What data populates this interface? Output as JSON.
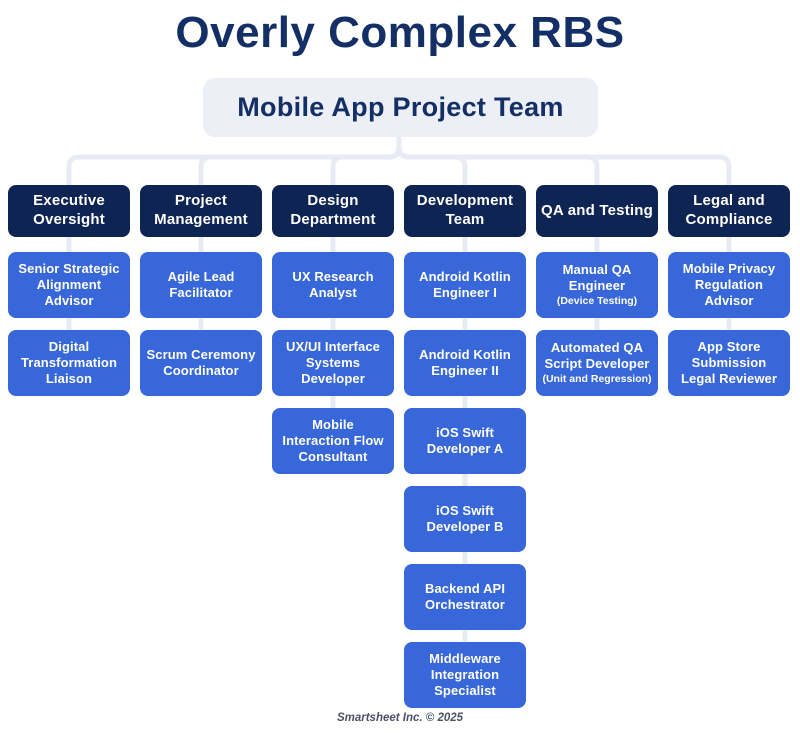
{
  "title": "Overly Complex RBS",
  "root": {
    "label": "Mobile App Project Team"
  },
  "columns": [
    {
      "header": "Executive Oversight",
      "children": [
        {
          "label": "Senior Strategic Alignment Advisor"
        },
        {
          "label": "Digital Transformation Liaison"
        }
      ]
    },
    {
      "header": "Project Management",
      "children": [
        {
          "label": "Agile Lead Facilitator"
        },
        {
          "label": "Scrum Ceremony Coordinator"
        }
      ]
    },
    {
      "header": "Design Department",
      "children": [
        {
          "label": "UX Research Analyst"
        },
        {
          "label": "UX/UI Interface Systems Developer"
        },
        {
          "label": "Mobile Interaction Flow Consultant"
        }
      ]
    },
    {
      "header": "Development Team",
      "children": [
        {
          "label": "Android Kotlin Engineer I"
        },
        {
          "label": "Android Kotlin Engineer II"
        },
        {
          "label": "iOS Swift Developer A"
        },
        {
          "label": "iOS Swift Developer B"
        },
        {
          "label": "Backend API Orchestrator"
        },
        {
          "label": "Middleware Integration Specialist"
        }
      ]
    },
    {
      "header": "QA and Testing",
      "children": [
        {
          "label": "Manual QA Engineer",
          "sublabel": "(Device Testing)"
        },
        {
          "label": "Automated QA Script Developer",
          "sublabel": "(Unit and Regression)"
        }
      ]
    },
    {
      "header": "Legal and Compliance",
      "children": [
        {
          "label": "Mobile Privacy Regulation Advisor"
        },
        {
          "label": "App Store Submission Legal Reviewer"
        }
      ]
    }
  ],
  "footer": "Smartsheet Inc. © 2025",
  "colors": {
    "title_text": "#132f66",
    "header_box": "#0e2453",
    "child_box": "#3767d8",
    "root_box_bg": "#edeff6",
    "root_box_text": "#132f66",
    "box_text": "#ffffff",
    "connector": "#e9ebf2",
    "footer_text": "#4a5365",
    "background": "#ffffff"
  }
}
